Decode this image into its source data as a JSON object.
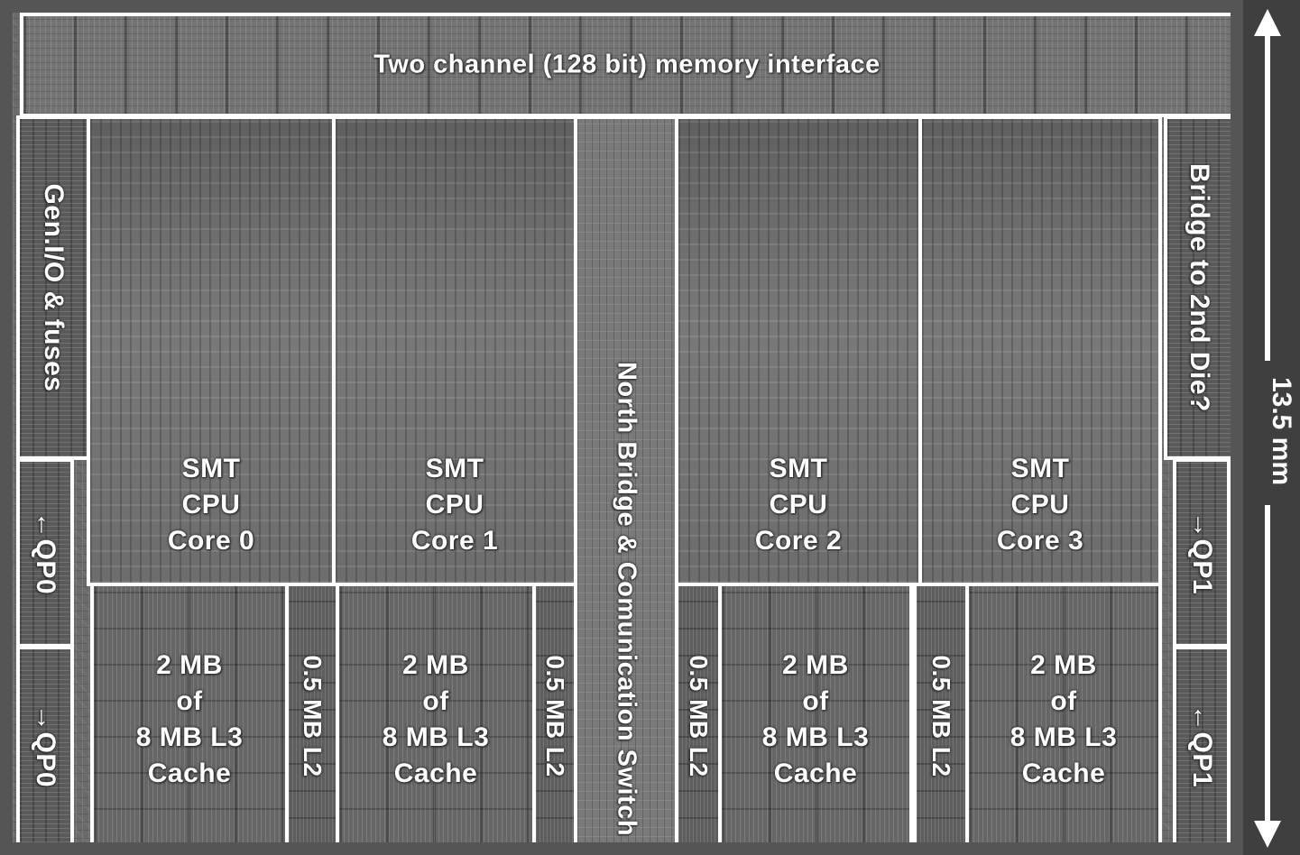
{
  "memory_interface": "Two channel (128 bit) memory interface",
  "gen_io": "Gen.I/O & fuses",
  "bridge_2nd_die": "Bridge to 2nd Die?",
  "north_bridge": "North Bridge & Comunication Switch",
  "dimension": "13.5 mm",
  "qp_ports": [
    {
      "arrow": "←",
      "label": "QP0"
    },
    {
      "arrow": "→",
      "label": "QP0"
    },
    {
      "arrow": "→",
      "label": "QP1"
    },
    {
      "arrow": "←",
      "label": "QP1"
    }
  ],
  "cores": [
    {
      "line1": "SMT",
      "line2": "CPU",
      "line3": "Core 0"
    },
    {
      "line1": "SMT",
      "line2": "CPU",
      "line3": "Core 1"
    },
    {
      "line1": "SMT",
      "line2": "CPU",
      "line3": "Core 2"
    },
    {
      "line1": "SMT",
      "line2": "CPU",
      "line3": "Core 3"
    }
  ],
  "l3_caches": [
    {
      "line1": "2 MB",
      "line2": "of",
      "line3": "8 MB L3",
      "line4": "Cache"
    },
    {
      "line1": "2 MB",
      "line2": "of",
      "line3": "8 MB L3",
      "line4": "Cache"
    },
    {
      "line1": "2 MB",
      "line2": "of",
      "line3": "8 MB L3",
      "line4": "Cache"
    },
    {
      "line1": "2 MB",
      "line2": "of",
      "line3": "8 MB L3",
      "line4": "Cache"
    }
  ],
  "l2_caches": [
    "0.5 MB L2",
    "0.5 MB L2",
    "0.5 MB L2",
    "0.5 MB L2"
  ],
  "colors": {
    "outline": "#ffffff",
    "die_border": "#555555",
    "text": "#ffffff"
  }
}
